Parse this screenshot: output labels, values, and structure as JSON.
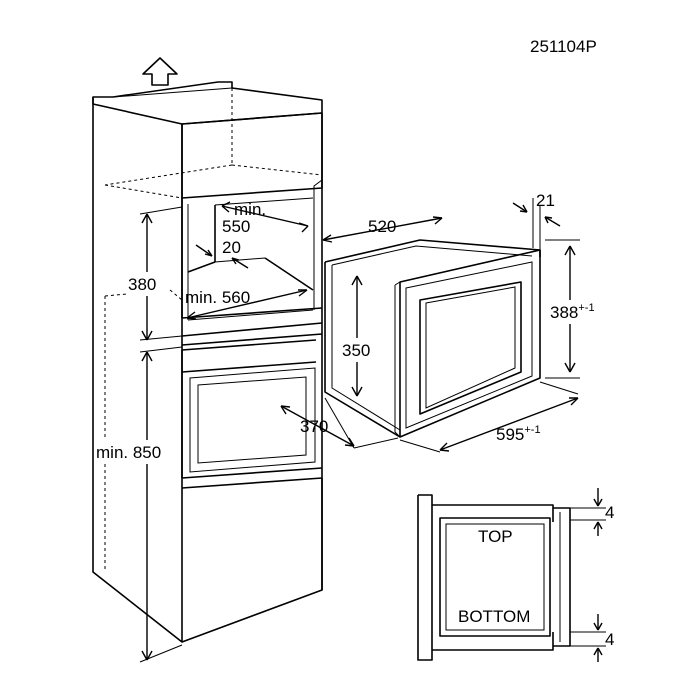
{
  "diagram": {
    "code": "251104P",
    "labels": {
      "depth_min": "min.",
      "depth_val": "550",
      "gap": "20",
      "height_niche": "380",
      "width_min": "min. 560",
      "height_floor": "min. 850",
      "front_depth": "370",
      "oven_width": "520",
      "frame_depth": "21",
      "oven_body_height": "350",
      "frame_height": "388",
      "frame_height_tol": "+-1",
      "frame_width": "595",
      "frame_width_tol": "+-1",
      "top_label": "TOP",
      "bottom_label": "BOTTOM",
      "gap_top": "4",
      "gap_bottom": "4"
    },
    "icons": {
      "vent": "up-arrow-icon"
    },
    "colors": {
      "line": "#000000",
      "background": "#ffffff"
    }
  }
}
